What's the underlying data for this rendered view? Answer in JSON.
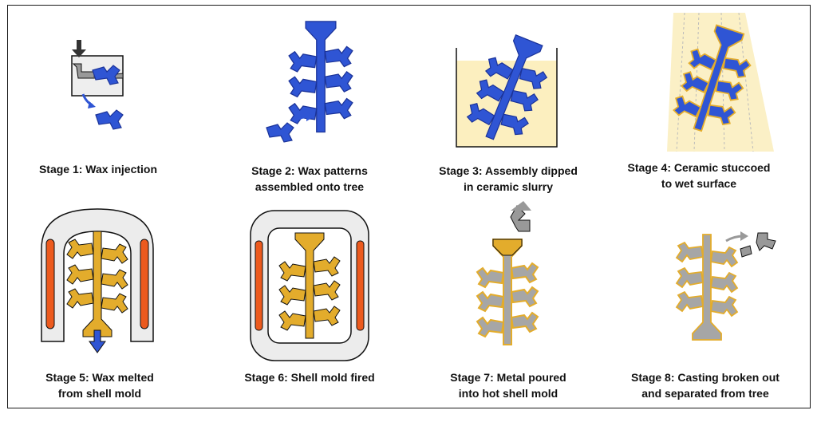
{
  "colors": {
    "wax": "#2f55d4",
    "wax_stroke": "#1b3399",
    "slurry": "#fcefbf",
    "stucco": "#fbf0c6",
    "shell_gold": "#e3ac2c",
    "metal": "#a6a6a6",
    "heater": "#ec5a1e",
    "furnace": "#ececec",
    "arrow_dark": "#333333",
    "arrow_gray": "#999999",
    "outline": "#111111"
  },
  "stages": [
    {
      "id": 1,
      "line1": "Stage 1: Wax injection",
      "line2": ""
    },
    {
      "id": 2,
      "line1": "Stage 2: Wax patterns",
      "line2": "assembled onto tree"
    },
    {
      "id": 3,
      "line1": "Stage 3: Assembly dipped",
      "line2": "in ceramic slurry"
    },
    {
      "id": 4,
      "line1": "Stage 4: Ceramic stuccoed",
      "line2": "to wet surface"
    },
    {
      "id": 5,
      "line1": "Stage 5: Wax melted",
      "line2": "from shell mold"
    },
    {
      "id": 6,
      "line1": "Stage 6: Shell mold fired",
      "line2": ""
    },
    {
      "id": 7,
      "line1": "Stage 7: Metal poured",
      "line2": "into hot shell mold"
    },
    {
      "id": 8,
      "line1": "Stage 8: Casting broken out",
      "line2": "and separated from tree"
    }
  ]
}
